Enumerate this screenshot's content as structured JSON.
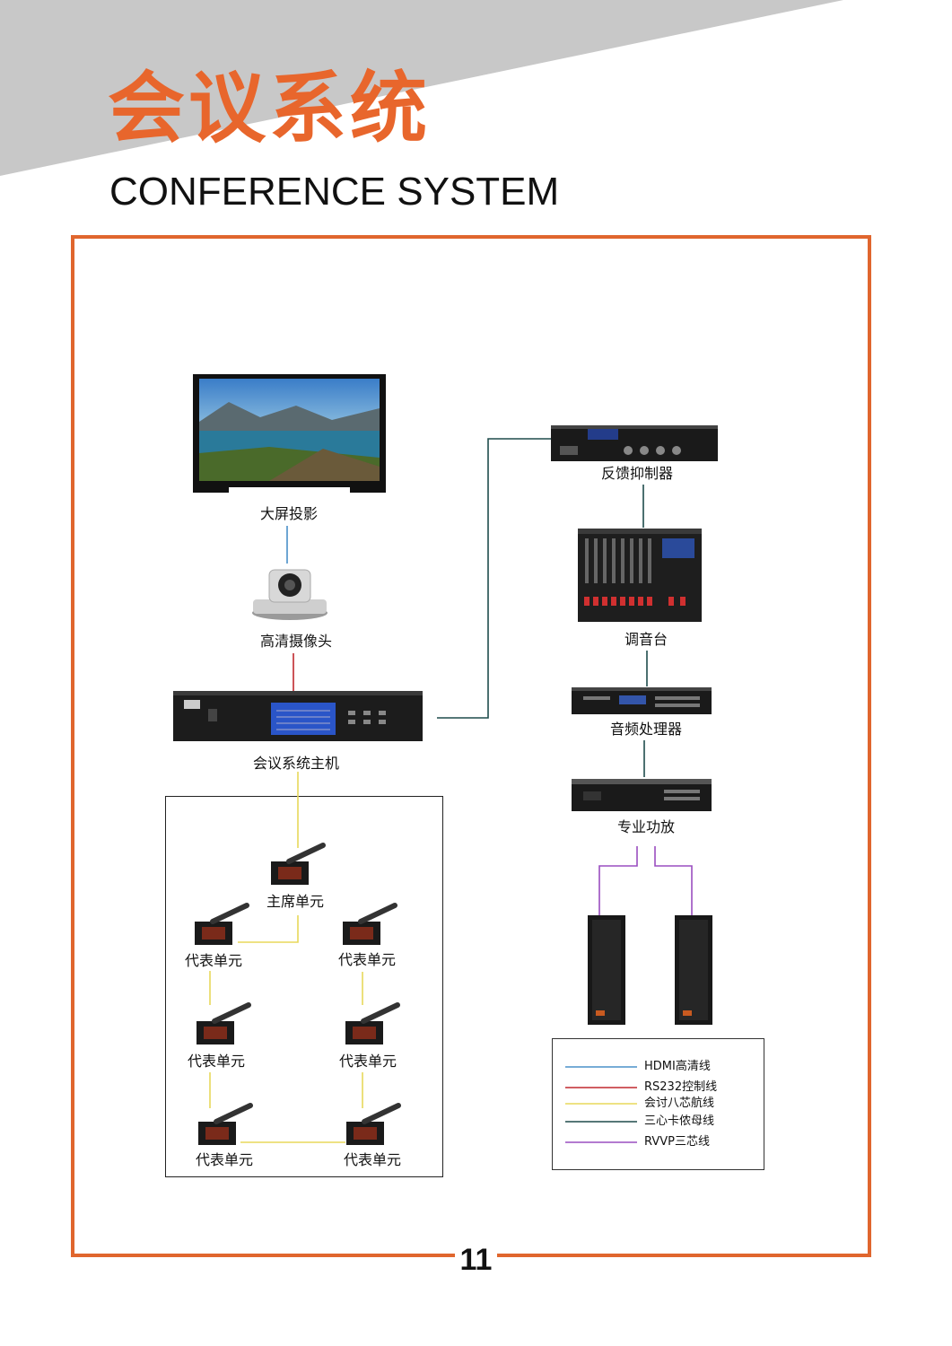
{
  "header": {
    "title_cn": "会议系统",
    "title_en": "CONFERENCE SYSTEM"
  },
  "colors": {
    "accent_orange": "#e0662e",
    "header_band_gray": "#c8c8c8",
    "hdmi_line": "#4a90c8",
    "rs232_line": "#c0282e",
    "aviation_line": "#e8d85a",
    "kanon_line": "#1f4c4c",
    "rvvp_line": "#9a4ec0"
  },
  "diagram": {
    "devices": {
      "screen": "大屏投影",
      "camera": "高清摄像头",
      "host": "会议系统主机",
      "feedback": "反馈抑制器",
      "mixer": "调音台",
      "processor": "音频处理器",
      "amplifier": "专业功放"
    },
    "units": {
      "chairman": "主席单元",
      "delegate_1": "代表单元",
      "delegate_2": "代表单元",
      "delegate_3": "代表单元",
      "delegate_4": "代表单元",
      "delegate_5": "代表单元",
      "delegate_6": "代表单元"
    },
    "legend": [
      {
        "label": "HDMI高清线",
        "color": "#4a90c8"
      },
      {
        "label": "RS232控制线",
        "color": "#c0282e"
      },
      {
        "label": "会讨八芯航线",
        "color": "#e8d85a"
      },
      {
        "label": "三心卡侬母线",
        "color": "#1f4c4c"
      },
      {
        "label": "RVVP三芯线",
        "color": "#9a4ec0"
      }
    ]
  },
  "page_number": "11"
}
